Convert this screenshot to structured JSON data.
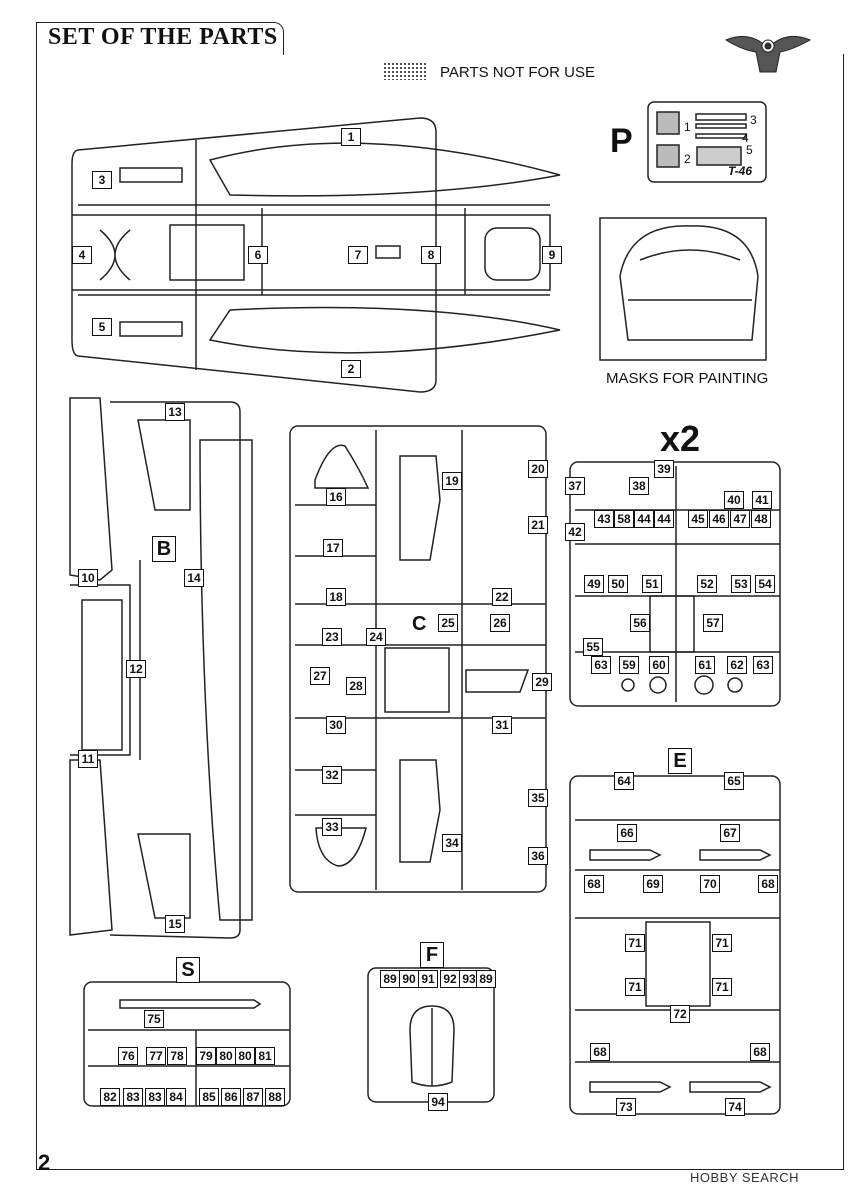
{
  "page": {
    "title": "SET OF THE PARTS",
    "number": "2"
  },
  "legend": {
    "not_for_use": "PARTS NOT FOR USE"
  },
  "masks": {
    "label": "MASKS FOR PAINTING"
  },
  "multiplier": "x2",
  "photoetch": {
    "letter": "P",
    "code": "T-46",
    "numbers": [
      "1",
      "2",
      "3",
      "4",
      "5"
    ]
  },
  "sprues": {
    "A": [
      "1",
      "2",
      "3",
      "4",
      "5",
      "6",
      "7",
      "8",
      "9"
    ],
    "B": [
      "10",
      "11",
      "12",
      "13",
      "14",
      "15"
    ],
    "C": [
      "16",
      "17",
      "18",
      "19",
      "20",
      "21",
      "22",
      "23",
      "24",
      "25",
      "26",
      "27",
      "28",
      "29",
      "30",
      "31",
      "32",
      "33",
      "34",
      "35",
      "36"
    ],
    "D": [
      "37",
      "38",
      "39",
      "40",
      "41",
      "42",
      "43",
      "58",
      "44",
      "44",
      "45",
      "46",
      "47",
      "48",
      "49",
      "50",
      "51",
      "52",
      "53",
      "54",
      "55",
      "56",
      "57",
      "63",
      "59",
      "60",
      "61",
      "62",
      "63"
    ],
    "E": [
      "64",
      "65",
      "66",
      "67",
      "68",
      "69",
      "70",
      "68",
      "71",
      "71",
      "71",
      "71",
      "72",
      "68",
      "68",
      "73",
      "74"
    ],
    "F": [
      "89",
      "90",
      "91",
      "92",
      "93",
      "89",
      "94"
    ],
    "S": [
      "75",
      "76",
      "77",
      "78",
      "79",
      "80",
      "80",
      "81",
      "82",
      "83",
      "83",
      "84",
      "85",
      "86",
      "87",
      "88"
    ]
  },
  "sprue_letters": {
    "b": "B",
    "c": "C",
    "e": "E",
    "f": "F",
    "s": "S"
  },
  "watermark": "HOBBY SEARCH"
}
